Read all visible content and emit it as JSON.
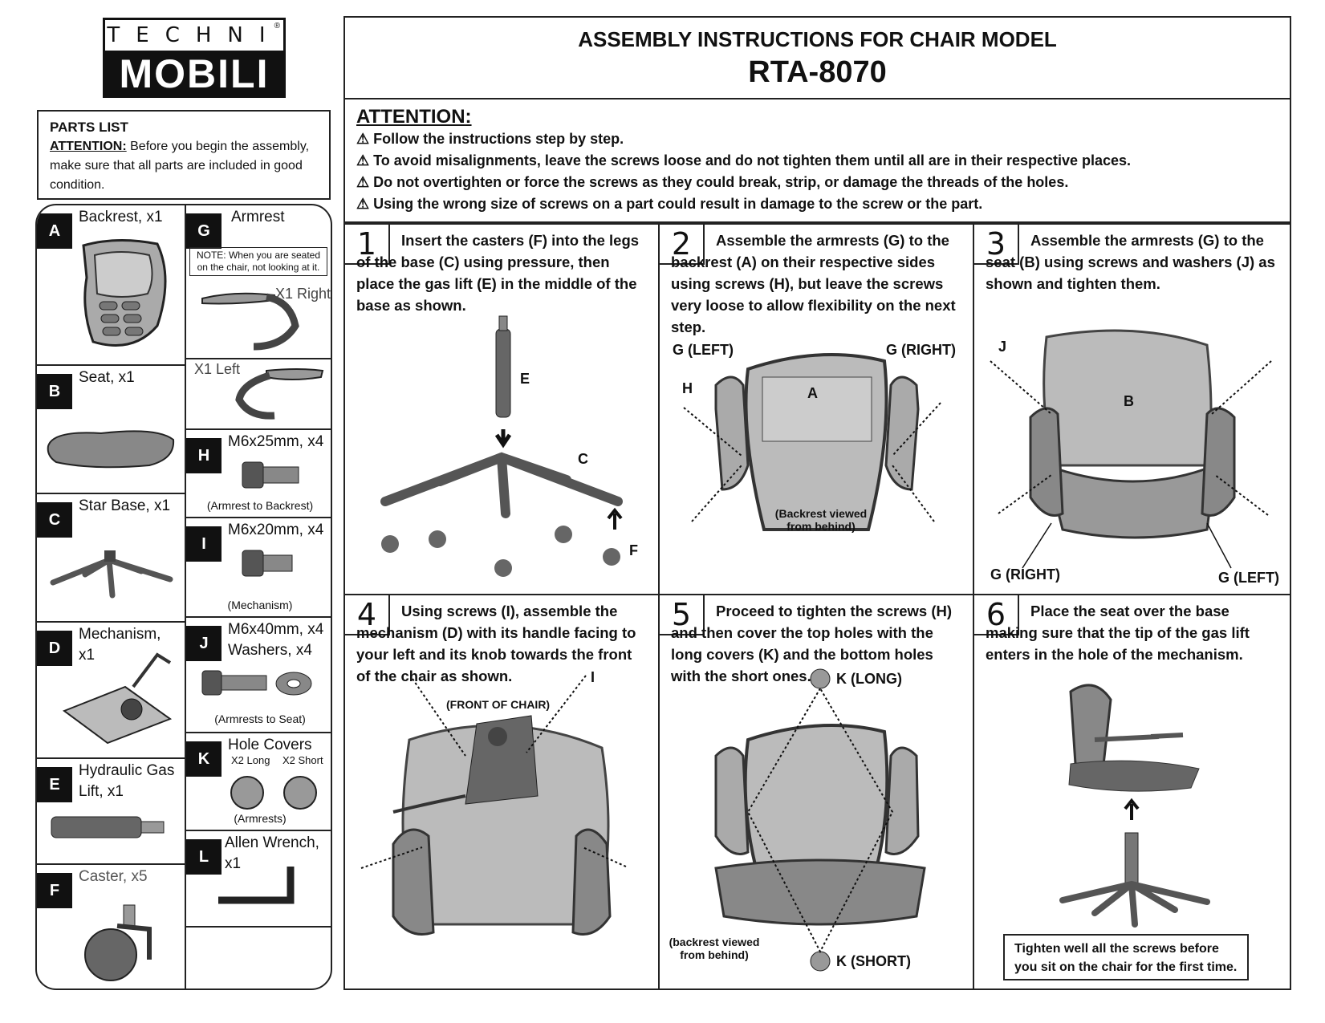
{
  "logo": {
    "top": "TECHNI",
    "bottom": "MOBILI",
    "mark": "®"
  },
  "title": {
    "line1": "ASSEMBLY INSTRUCTIONS FOR CHAIR MODEL",
    "line2": "RTA-8070"
  },
  "parts_list": {
    "heading": "PARTS LIST",
    "attention_label": "ATTENTION:",
    "attention_text": " Before you begin the assembly, make sure that all parts are included in good condition.",
    "parts": [
      {
        "letter": "A",
        "name": "Backrest, x1"
      },
      {
        "letter": "B",
        "name": "Seat, x1"
      },
      {
        "letter": "C",
        "name": "Star Base, x1"
      },
      {
        "letter": "D",
        "name": "Mechanism, x1"
      },
      {
        "letter": "E",
        "name": "Hydraulic Gas Lift, x1"
      },
      {
        "letter": "F",
        "name": "Caster, x5"
      },
      {
        "letter": "G",
        "name": "Armrest",
        "note": "NOTE: When you are seated on the chair, not looking at it.",
        "right": "X1 Right",
        "left": "X1 Left"
      },
      {
        "letter": "H",
        "name": "M6x25mm, x4",
        "sub": "(Armrest to Backrest)"
      },
      {
        "letter": "I",
        "name": "M6x20mm, x4",
        "sub": "(Mechanism)"
      },
      {
        "letter": "J",
        "name": "M6x40mm, x4",
        "name2": "Washers, x4",
        "sub": "(Armrests to Seat)"
      },
      {
        "letter": "K",
        "name": "Hole Covers",
        "long": "X2 Long",
        "short": "X2 Short",
        "sub": "(Armrests)"
      },
      {
        "letter": "L",
        "name": "Allen Wrench, x1"
      }
    ]
  },
  "attention": {
    "heading": "ATTENTION",
    "colon": ":",
    "items": [
      "⚠ Follow the instructions step by step.",
      "⚠ To avoid misalignments, leave the screws loose and do not tighten them until all are in their respective places.",
      "⚠ Do not overtighten or force the screws as they could break, strip, or damage the threads of the holes.",
      "⚠ Using the wrong size of screws on a part could result in damage to the screw or the part."
    ]
  },
  "steps": [
    {
      "num": "1",
      "text": "Insert the casters (F) into the legs of the base (C) using pressure, then place the gas lift (E) in the middle of the base as shown.",
      "labels": {
        "e": "E",
        "c": "C",
        "f": "F"
      }
    },
    {
      "num": "2",
      "text": "Assemble the armrests (G) to the backrest (A) on their respective sides using screws (H), but leave the screws very loose to allow flexibility on the next step.",
      "labels": {
        "gl": "G (LEFT)",
        "gr": "G (RIGHT)",
        "h": "H",
        "a": "A",
        "note": "(Backrest viewed from behind)"
      }
    },
    {
      "num": "3",
      "text": "Assemble the armrests (G) to the seat (B) using screws and washers (J) as shown and tighten them.",
      "labels": {
        "j": "J",
        "b": "B",
        "gr": "G (RIGHT)",
        "gl": "G (LEFT)"
      }
    },
    {
      "num": "4",
      "text": "Using screws (I), assemble the mechanism (D) with its handle facing to your left and its knob towards the front of the chair as shown.",
      "labels": {
        "front": "(FRONT OF CHAIR)",
        "i": "I"
      }
    },
    {
      "num": "5",
      "text": "Proceed to tighten the screws (H) and then cover the top holes with the long covers (K) and the bottom holes with the short ones.",
      "labels": {
        "klong": "K (LONG)",
        "kshort": "K (SHORT)",
        "note": "(backrest viewed from behind)"
      }
    },
    {
      "num": "6",
      "text": "Place the seat over the base making sure that the tip of the gas lift enters in the hole of the mechanism.",
      "labels": {
        "final": "Tighten well all the screws before you sit on the chair for the first time."
      }
    }
  ]
}
